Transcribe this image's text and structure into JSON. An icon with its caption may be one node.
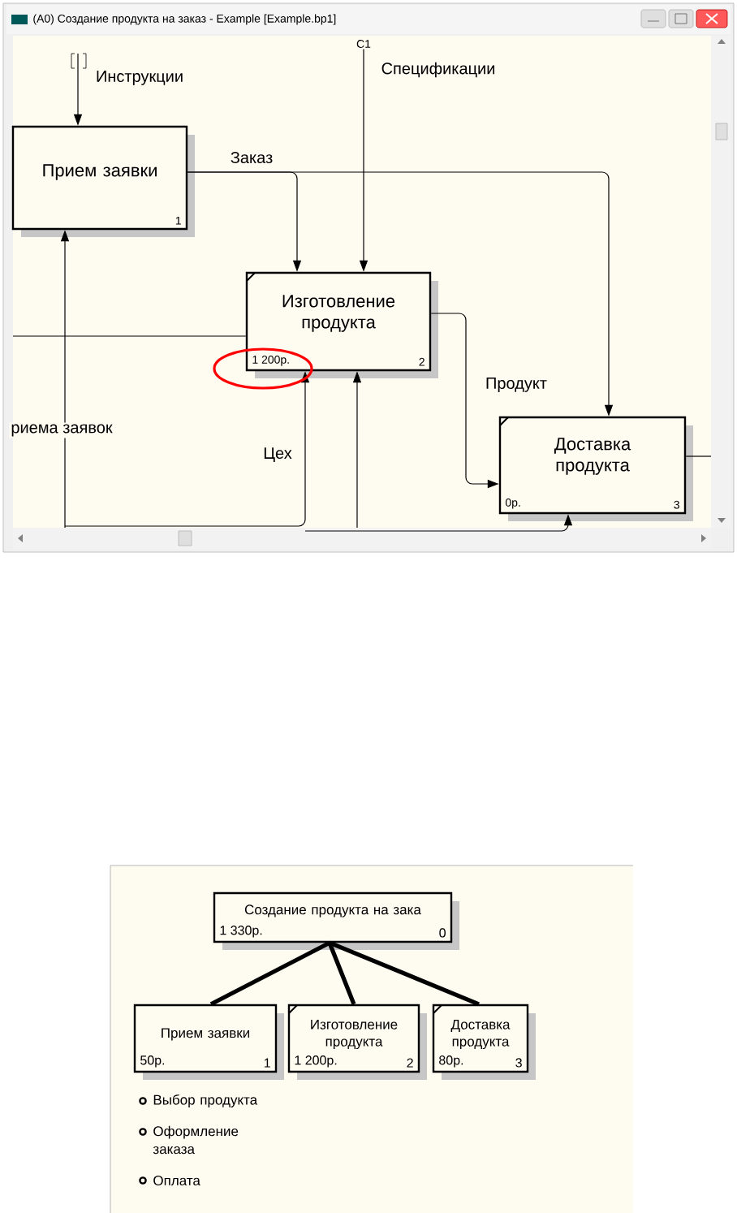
{
  "diagram": {
    "title": "(A0) Создание продукта на заказ - Example  [Example.bp1]",
    "nodes": [
      {
        "text": [
          "Прием заявки",
          "1"
        ]
      },
      {
        "text": [
          "Изготовление продукта",
          "1 200р.",
          "2"
        ]
      },
      {
        "text": [
          "Доставка продукта",
          "0р.",
          "3"
        ]
      },
      {
        "text": [
          "Создание продукта на зака",
          "1 330р.",
          "0"
        ]
      },
      {
        "text": [
          "Прием заявки",
          "50р.",
          "1"
        ]
      },
      {
        "text": [
          "Изготовление продукта",
          "1 200р.",
          "2"
        ]
      },
      {
        "text": [
          "Доставка продукта",
          "80р.",
          "3"
        ]
      },
      {
        "text": [
          "C1"
        ]
      }
    ],
    "edges": [
      {
        "from": null,
        "to": 0,
        "arrow": "to",
        "label": "Инструкции"
      },
      {
        "from": 7,
        "to": 1,
        "arrow": "to",
        "label": "Спецификации"
      },
      {
        "from": 0,
        "to": 1,
        "arrow": "to",
        "label": "Заказ"
      },
      {
        "from": 0,
        "to": 2,
        "arrow": "to"
      },
      {
        "from": null,
        "to": 1,
        "arrow": "none"
      },
      {
        "from": 1,
        "to": 2,
        "arrow": "to",
        "label": "Продукт"
      },
      {
        "from": null,
        "to": 0,
        "arrow": "to",
        "label": "риема заявок"
      },
      {
        "from": null,
        "to": 1,
        "arrow": "to",
        "label": "Цех"
      },
      {
        "from": null,
        "to": 1,
        "arrow": "to"
      },
      {
        "from": null,
        "to": 2,
        "arrow": "to"
      },
      {
        "from": 2,
        "to": null,
        "arrow": "none"
      },
      {
        "from": 3,
        "to": 4,
        "arrow": "none",
        "style": "thick"
      },
      {
        "from": 3,
        "to": 5,
        "arrow": "none",
        "style": "thick"
      },
      {
        "from": 3,
        "to": 6,
        "arrow": "none",
        "style": "thick"
      }
    ],
    "labels": [
      "Выбор продукта",
      "Оформление заказа",
      "Оплата"
    ]
  }
}
